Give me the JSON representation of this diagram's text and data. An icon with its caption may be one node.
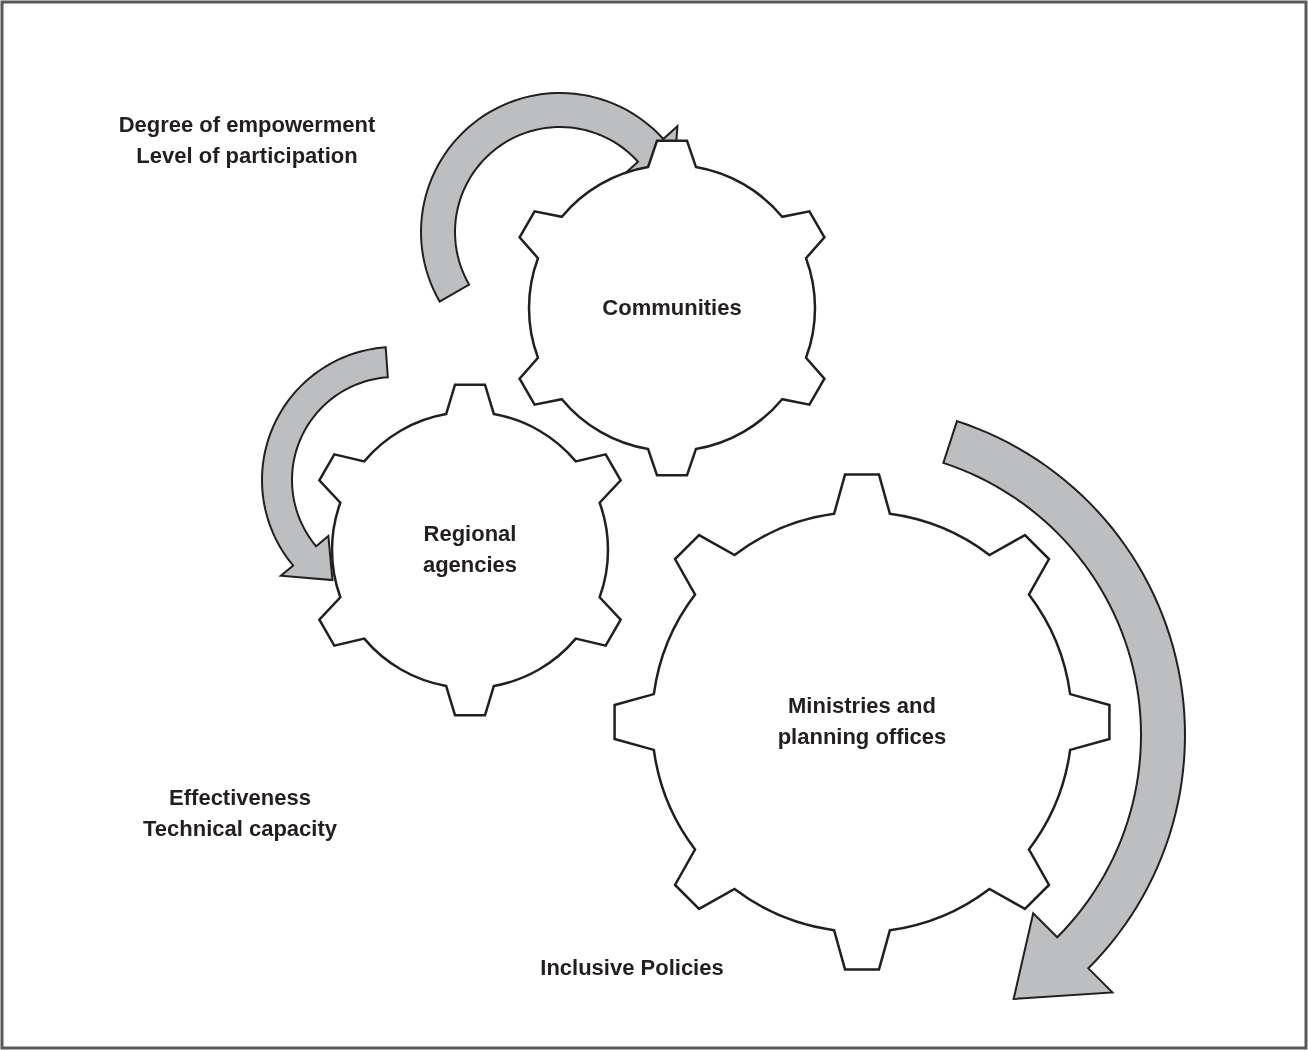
{
  "diagram": {
    "nodes": [
      {
        "text": [
          "Communities"
        ]
      },
      {
        "text": [
          "Regional agencies"
        ]
      },
      {
        "text": [
          "Ministries and planning offices"
        ]
      }
    ],
    "labels": [
      "Degree of empowerment",
      "Level of participation",
      "Effectiveness",
      "Technical capacity",
      "Inclusive Policies"
    ]
  }
}
